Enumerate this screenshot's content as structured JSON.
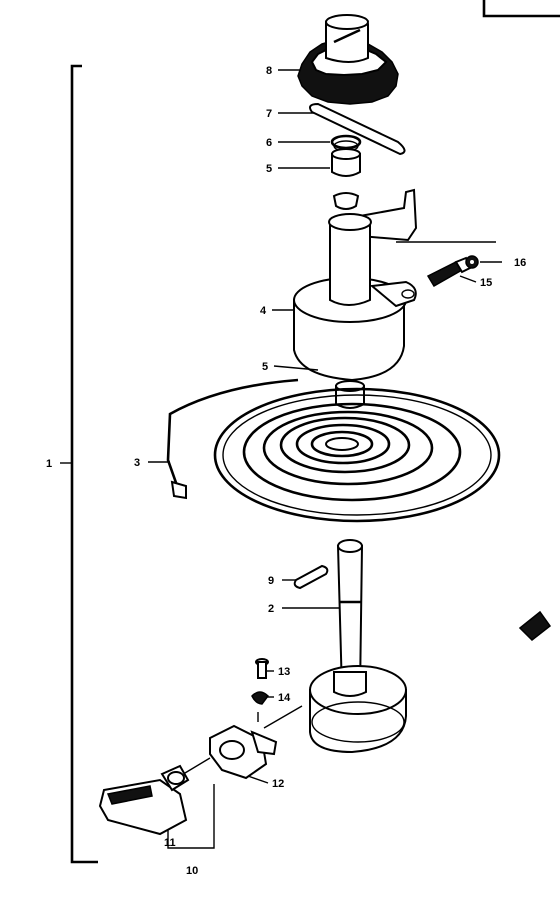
{
  "labels": {
    "p1": "1",
    "p2": "2",
    "p3": "3",
    "p4": "4",
    "p5a": "5",
    "p5b": "5",
    "p6": "6",
    "p7": "7",
    "p8": "8",
    "p9": "9",
    "p10": "10",
    "p11": "11",
    "p12": "12",
    "p13": "13",
    "p14": "14",
    "p15": "15",
    "p16": "16"
  }
}
